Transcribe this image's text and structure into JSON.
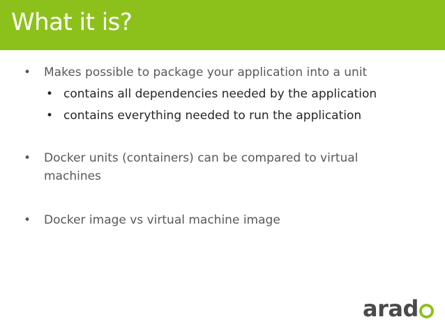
{
  "slide": {
    "title": "What it is?",
    "bullets": [
      "Makes possible to package your application into a unit",
      "contains all dependencies needed by the application",
      "contains everything needed to run the application",
      "Docker units (containers) can be compared to virtual",
      "machines",
      "Docker image vs virtual machine image"
    ],
    "bullet_symbol": "•",
    "logo_text": "arad",
    "colors": {
      "accent": "#8cc11b",
      "title_text": "#ffffff",
      "body_text": "#585858",
      "sub_text": "#262626"
    }
  }
}
